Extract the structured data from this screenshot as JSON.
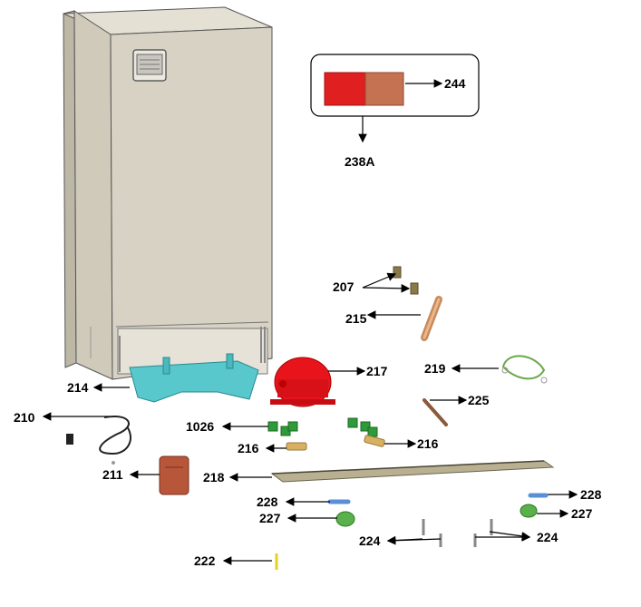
{
  "labels": {
    "p244": "244",
    "p238a": "238A",
    "p207": "207",
    "p215": "215",
    "p214": "214",
    "p217": "217",
    "p219": "219",
    "p210": "210",
    "p225": "225",
    "p1026": "1026",
    "p216a": "216",
    "p216b": "216",
    "p211": "211",
    "p218": "218",
    "p228a": "228",
    "p228b": "228",
    "p227a": "227",
    "p227b": "227",
    "p224a": "224",
    "p224b": "224",
    "p222": "222"
  },
  "colors": {
    "cabinet": "#d7d2c3",
    "cabinet_side": "#c8c3b2",
    "tray": "#58c8cc",
    "compressor": "#e8141c",
    "relay": "#b8563a",
    "heater_red": "#e02020",
    "heater_brown": "#c47252",
    "green_part": "#2e9a3a",
    "copper": "#c98a5a",
    "blue_screw": "#5a8fd6",
    "yellow": "#e8d020"
  }
}
